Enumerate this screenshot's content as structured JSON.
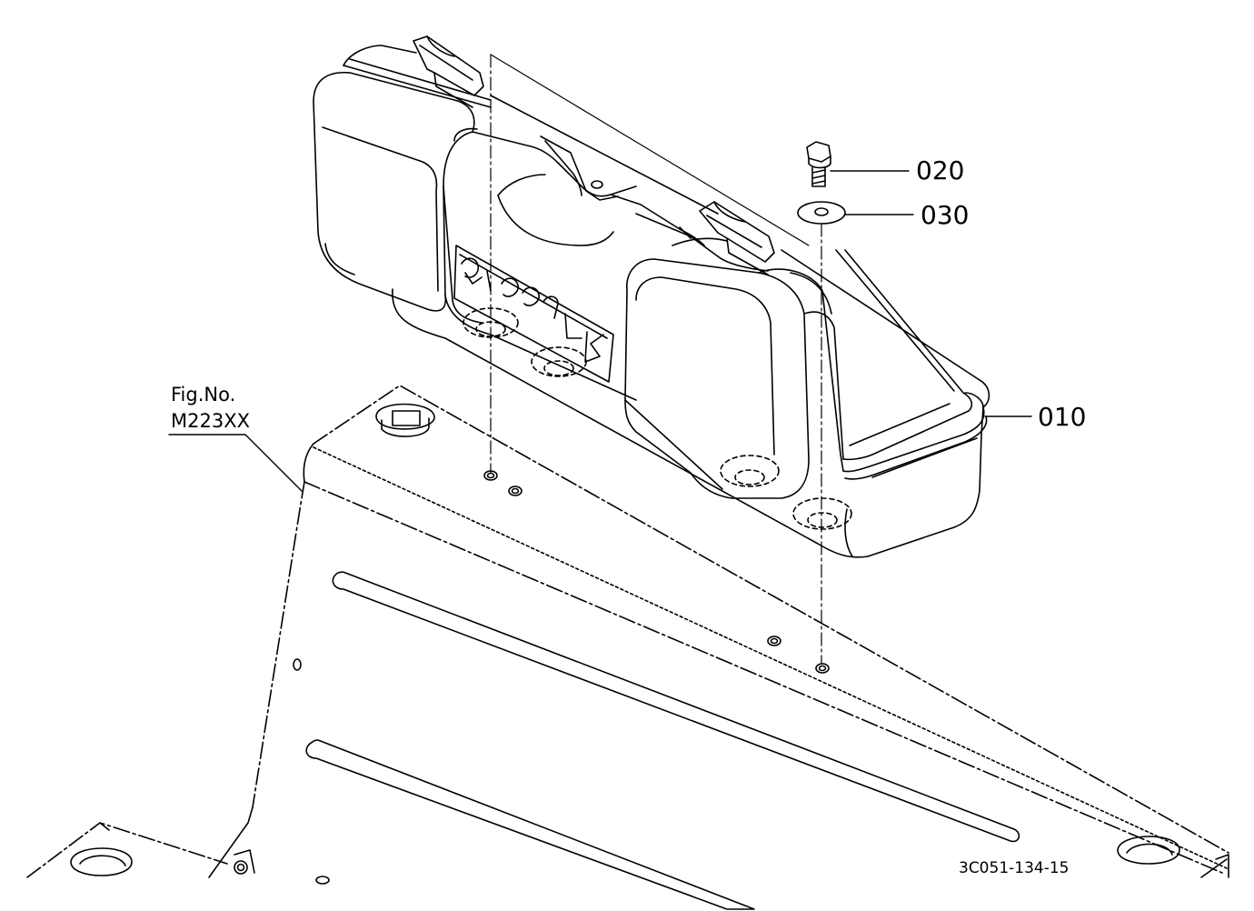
{
  "callouts": {
    "p010": "010",
    "p020": "020",
    "p030": "030"
  },
  "fig_reference": {
    "line1": "Fig.No.",
    "line2": "M223XX"
  },
  "drawing_code": "3C051-134-15",
  "colors": {
    "line": "#000000",
    "background": "#ffffff"
  }
}
